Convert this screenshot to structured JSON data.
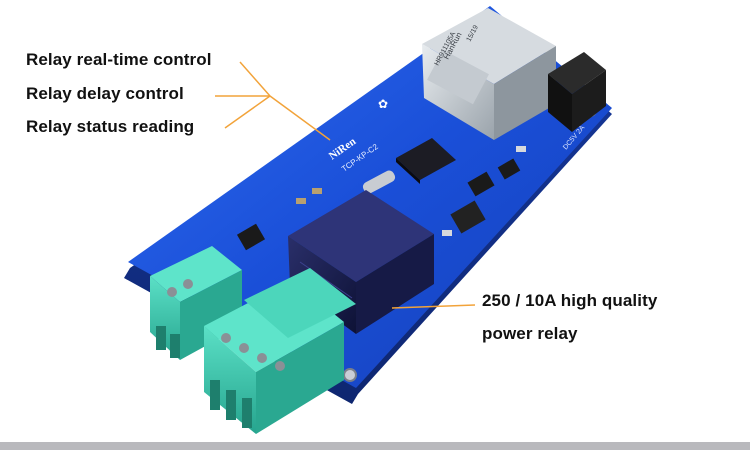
{
  "features": {
    "realtime_control": "Relay real-time control",
    "delay_control": "Relay delay control",
    "status_reading": "Relay status reading"
  },
  "relay_spec": {
    "line1": "250 / 10A high quality",
    "line2": "power relay"
  },
  "board": {
    "brand_text": "NiRen",
    "model_text": "TCP-KP-C2",
    "jack_text": "HanRun",
    "jack_part": "HR911105A",
    "jack_code": "15/19",
    "edge_text": "DC5V 2A"
  },
  "colors": {
    "pcb": "#1b4fd6",
    "terminal": "#3ec9b0",
    "pointer": "#f2a33a"
  }
}
